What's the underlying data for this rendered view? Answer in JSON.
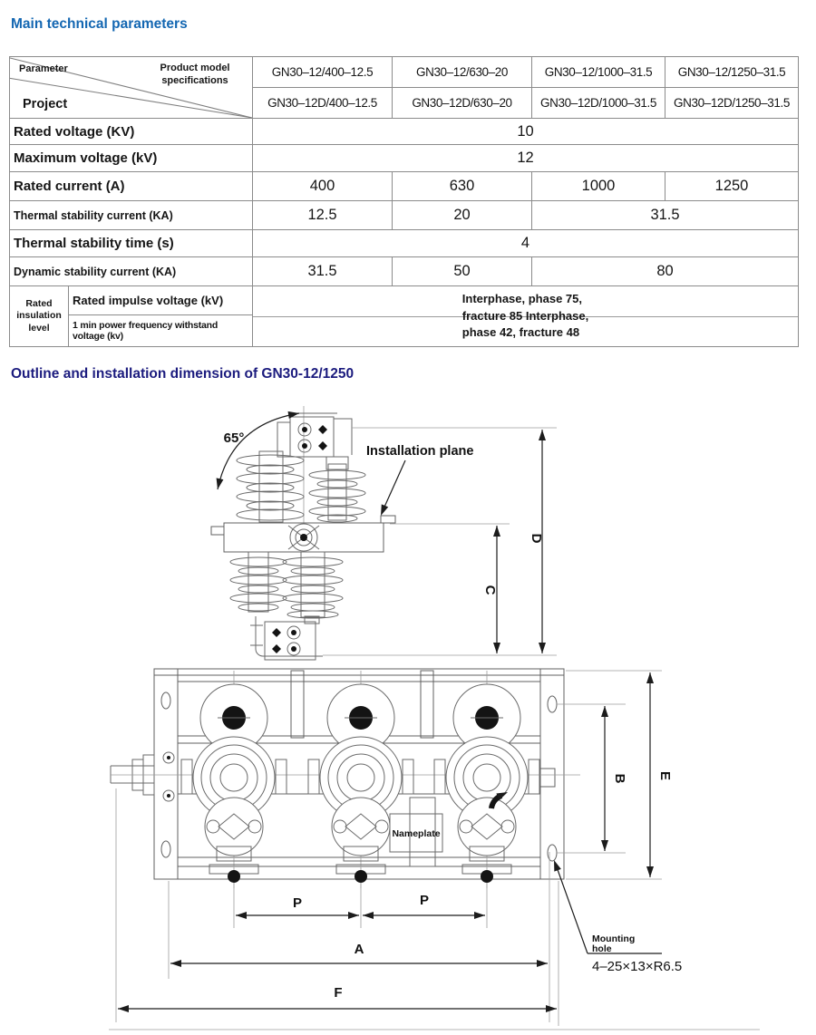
{
  "page": {
    "section1_title": "Main technical parameters",
    "section2_title": "Outline and installation dimension of GN30-12/1250"
  },
  "table": {
    "corner": {
      "parameter": "Parameter",
      "product": "Product model specifications",
      "project": "Project"
    },
    "models": {
      "row1": [
        "GN30–12/400–12.5",
        "GN30–12/630–20",
        "GN30–12/1000–31.5",
        "GN30–12/1250–31.5"
      ],
      "row2": [
        "GN30–12D/400–12.5",
        "GN30–12D/630–20",
        "GN30–12D/1000–31.5",
        "GN30–12D/1250–31.5"
      ]
    },
    "rows": [
      {
        "label": "Rated voltage (KV)",
        "cells": [
          {
            "v": "10",
            "span": 4
          }
        ]
      },
      {
        "label": "Maximum voltage (kV)",
        "cells": [
          {
            "v": "12",
            "span": 4
          }
        ]
      },
      {
        "label": "Rated current (A)",
        "cells": [
          {
            "v": "400"
          },
          {
            "v": "630"
          },
          {
            "v": "1000"
          },
          {
            "v": "1250"
          }
        ]
      },
      {
        "label": "Thermal stability current (KA)",
        "cells": [
          {
            "v": "12.5"
          },
          {
            "v": "20"
          },
          {
            "v": "31.5",
            "span": 2
          }
        ]
      },
      {
        "label": "Thermal stability time (s)",
        "cells": [
          {
            "v": "4",
            "span": 4
          }
        ]
      },
      {
        "label": "Dynamic stability current (KA)",
        "cells": [
          {
            "v": "31.5"
          },
          {
            "v": "50"
          },
          {
            "v": "80",
            "span": 2
          }
        ]
      }
    ],
    "insulation": {
      "group": "Rated insulation level",
      "row1": "Rated impulse voltage (kV)",
      "row2": "1 min power frequency withstand voltage (kv)",
      "value_lines": [
        "Interphase, phase 75,",
        "fracture 85 Interphase,",
        "phase 42, fracture 48"
      ]
    }
  },
  "drawing": {
    "angle": "65°",
    "installation_plane": "Installation plane",
    "nameplate": "Nameplate",
    "mounting_line1": "Mounting",
    "mounting_line2": "hole",
    "mounting_spec": "4–25×13×R6.5",
    "dim_c": "C",
    "dim_d": "D",
    "dim_b": "B",
    "dim_e": "E",
    "dim_p": "P",
    "dim_a": "A",
    "dim_f": "F"
  },
  "colors": {
    "heading1": "#1467b2",
    "heading2": "#1b1b7e",
    "table_border": "#8b8b8b",
    "line_work": "#606060",
    "dimension": "#1c1c1c"
  }
}
